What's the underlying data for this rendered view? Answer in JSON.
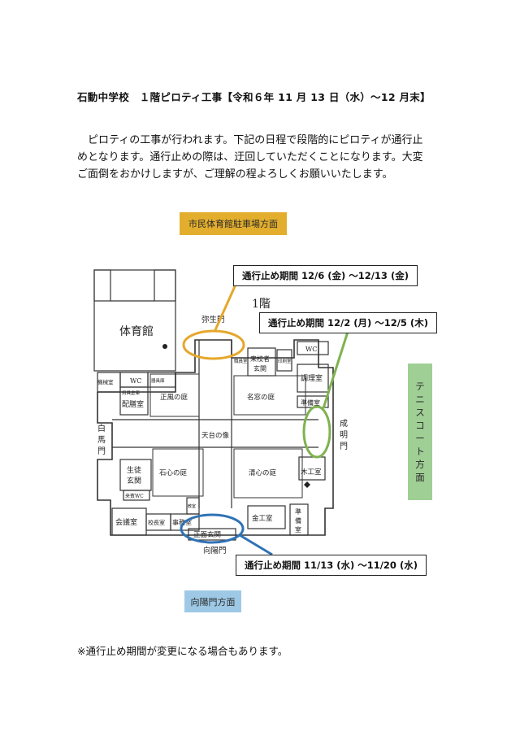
{
  "title": "石動中学校　１階ピロティ工事【令和６年 11 月 13 日（水）～12 月末】",
  "paragraph": [
    "　ピロティの工事が行われます。下記の日程で段階的にピロティが通行止",
    "めとなります。通行止めの際は、迂回していただくことになります。大変",
    "ご面倒をおかけしますが、ご理解の程よろしくお願いいたします。"
  ],
  "labels": {
    "parking": "市民体育館駐車場方面",
    "komukai": "向陽門方面",
    "tennis": [
      "テ",
      "ニ",
      "ス",
      "コ",
      "ー",
      "ト",
      "方",
      "面"
    ]
  },
  "callouts": {
    "c1": "通行止め期間 12/6 (金) ～12/13 (金)",
    "c2": "通行止め期間 12/2 (月) ～12/5 (木)",
    "c3": "通行止め期間 11/13 (水) ～11/20 (水)"
  },
  "highlight_colors": {
    "c1": "#e5a72c",
    "c2": "#7fb24f",
    "c3": "#2f72b5"
  },
  "floorplan": {
    "floor": "1階",
    "gymnasium": "体育館",
    "yayoi_gate": "弥生門",
    "hakuba_gate": [
      "白",
      "馬",
      "門"
    ],
    "seimei_gate": [
      "成",
      "明",
      "門"
    ],
    "komukai_gate": "向陽門",
    "wc": "WC",
    "storage": "機械室",
    "equipment": "用具倉庫",
    "equipment2": "器具庫",
    "haizen": "配膳室",
    "seifu": "正風の庭",
    "meiso": "名窓の庭",
    "tendai": "天台の像",
    "sekishin": "石心の庭",
    "seishin": "清心の庭",
    "visitor_entrance": [
      "来校者",
      "玄関"
    ],
    "small1": "職員室",
    "small2": "印刷室",
    "cooking": "調理室",
    "prep": "準備室",
    "prep2": [
      "準",
      "備",
      "室"
    ],
    "woodwork": "木工室",
    "metalwork": "金工室",
    "student_entrance": [
      "生徒",
      "玄関"
    ],
    "guest_wc": "来賓WC",
    "small3": "教室",
    "conference": "会議室",
    "principal": "校長室",
    "office": "事務室",
    "main_entrance": "正面玄関"
  },
  "note": "※通行止め期間が変更になる場合もあります。"
}
